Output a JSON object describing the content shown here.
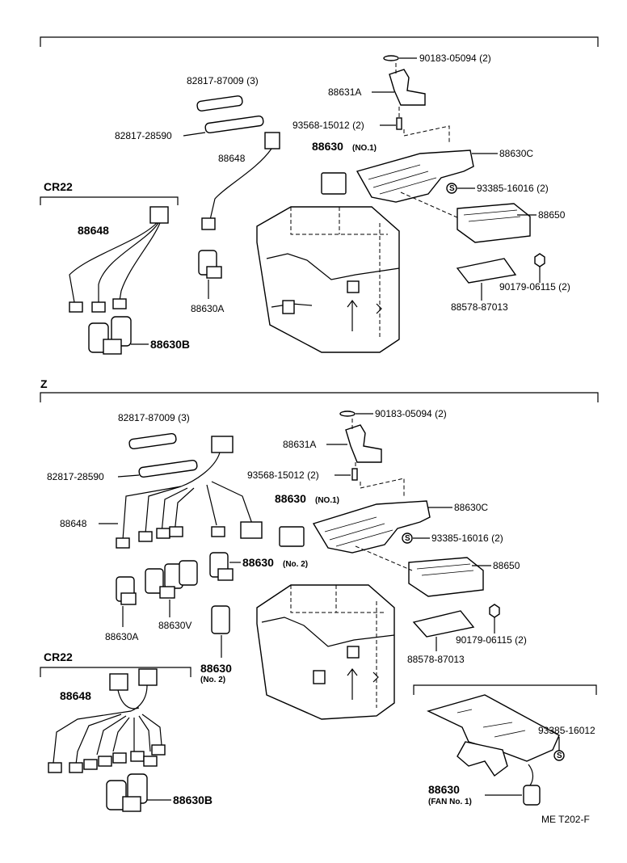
{
  "section_top": {
    "labels": {
      "p90183": "90183-05094 (2)",
      "p88631A": "88631A",
      "p82817_87009": "82817-87009 (3)",
      "p93568": "93568-15012 (2)",
      "p88630": "88630",
      "p88630_sub": "(NO.1)",
      "p88630C": "88630C",
      "p82817_28590": "82817-28590",
      "p88648_mid": "88648",
      "p93385": "93385-16016 (2)",
      "p88650": "88650",
      "cr22": "CR22",
      "p88648_cr": "88648",
      "p90179": "90179-06115 (2)",
      "p88578": "88578-87013",
      "p88630A": "88630A",
      "p88630B": "88630B"
    }
  },
  "section_z": {
    "title": "Z",
    "labels": {
      "p90183": "90183-05094 (2)",
      "p82817_87009": "82817-87009 (3)",
      "p88631A": "88631A",
      "p93568": "93568-15012 (2)",
      "p82817_28590": "82817-28590",
      "p88630": "88630",
      "p88630_sub": "(NO.1)",
      "p88630C": "88630C",
      "p88648": "88648",
      "p93385": "93385-16016 (2)",
      "p88630_no2": "88630",
      "p88630_no2_sub": "(No. 2)",
      "p88650": "88650",
      "p88630A": "88630A",
      "p88630V": "88630V",
      "p90179": "90179-06115 (2)",
      "p88578": "88578-87013",
      "p88630_b": "88630",
      "p88630_b_sub": "(No. 2)",
      "cr22": "CR22",
      "p88648_cr": "88648",
      "p93385_b": "93385-16012",
      "p88630_fan": "88630",
      "p88630_fan_sub": "(FAN No. 1)",
      "p88630B": "88630B"
    }
  },
  "footer": {
    "code": "ME  T202-F"
  }
}
